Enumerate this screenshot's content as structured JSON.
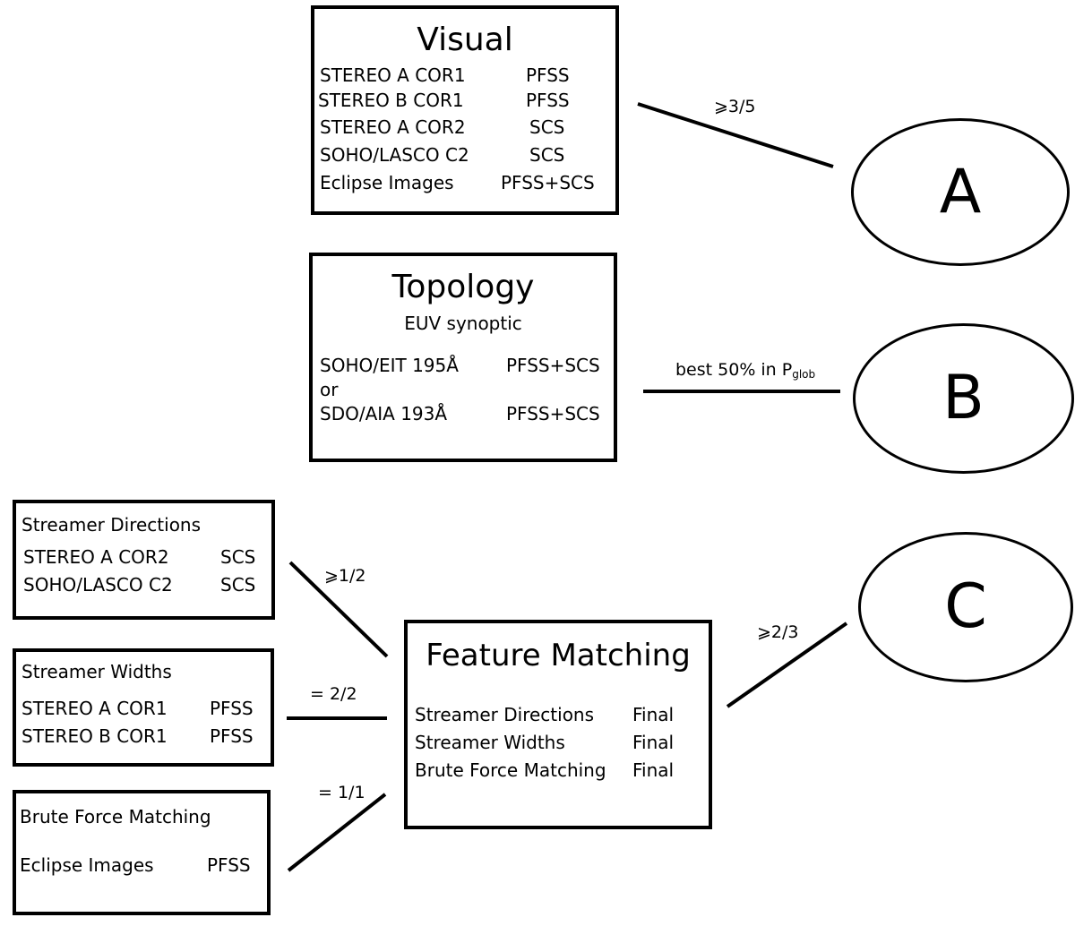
{
  "visual": {
    "title": "Visual",
    "rows": [
      {
        "instrument": "STEREO A COR1",
        "model": "PFSS"
      },
      {
        "instrument": "STEREO B COR1",
        "model": "PFSS"
      },
      {
        "instrument": "STEREO A COR2",
        "model": "SCS"
      },
      {
        "instrument": "SOHO/LASCO C2",
        "model": "SCS"
      },
      {
        "instrument": "Eclipse Images",
        "model": "PFSS+SCS"
      }
    ]
  },
  "topology": {
    "title": "Topology",
    "subtitle": "EUV synoptic",
    "rows": [
      {
        "instrument": "SOHO/EIT 195Å",
        "model": "PFSS+SCS"
      },
      {
        "instrument": "SDO/AIA 193Å",
        "model": "PFSS+SCS"
      }
    ],
    "or": "or"
  },
  "streamer_directions": {
    "title": "Streamer Directions",
    "rows": [
      {
        "instrument": "STEREO A COR2",
        "model": "SCS"
      },
      {
        "instrument": "SOHO/LASCO C2",
        "model": "SCS"
      }
    ]
  },
  "streamer_widths": {
    "title": "Streamer Widths",
    "rows": [
      {
        "instrument": "STEREO A COR1",
        "model": "PFSS"
      },
      {
        "instrument": "STEREO B COR1",
        "model": "PFSS"
      }
    ]
  },
  "brute_force": {
    "title": "Brute Force Matching",
    "rows": [
      {
        "instrument": "Eclipse Images",
        "model": "PFSS"
      }
    ]
  },
  "feature_matching": {
    "title": "Feature Matching",
    "rows": [
      {
        "item": "Streamer Directions",
        "status": "Final"
      },
      {
        "item": "Streamer Widths",
        "status": "Final"
      },
      {
        "item": "Brute Force Matching",
        "status": "Final"
      }
    ]
  },
  "connectors": {
    "visual_to_a": "⩾3/5",
    "topology_to_b_main": "best 50% in P",
    "topology_to_b_sub": "glob",
    "directions_to_fm": "⩾1/2",
    "widths_to_fm": "= 2/2",
    "brute_to_fm": "= 1/1",
    "fm_to_c": "⩾2/3"
  },
  "outcomes": {
    "a": "A",
    "b": "B",
    "c": "C"
  }
}
